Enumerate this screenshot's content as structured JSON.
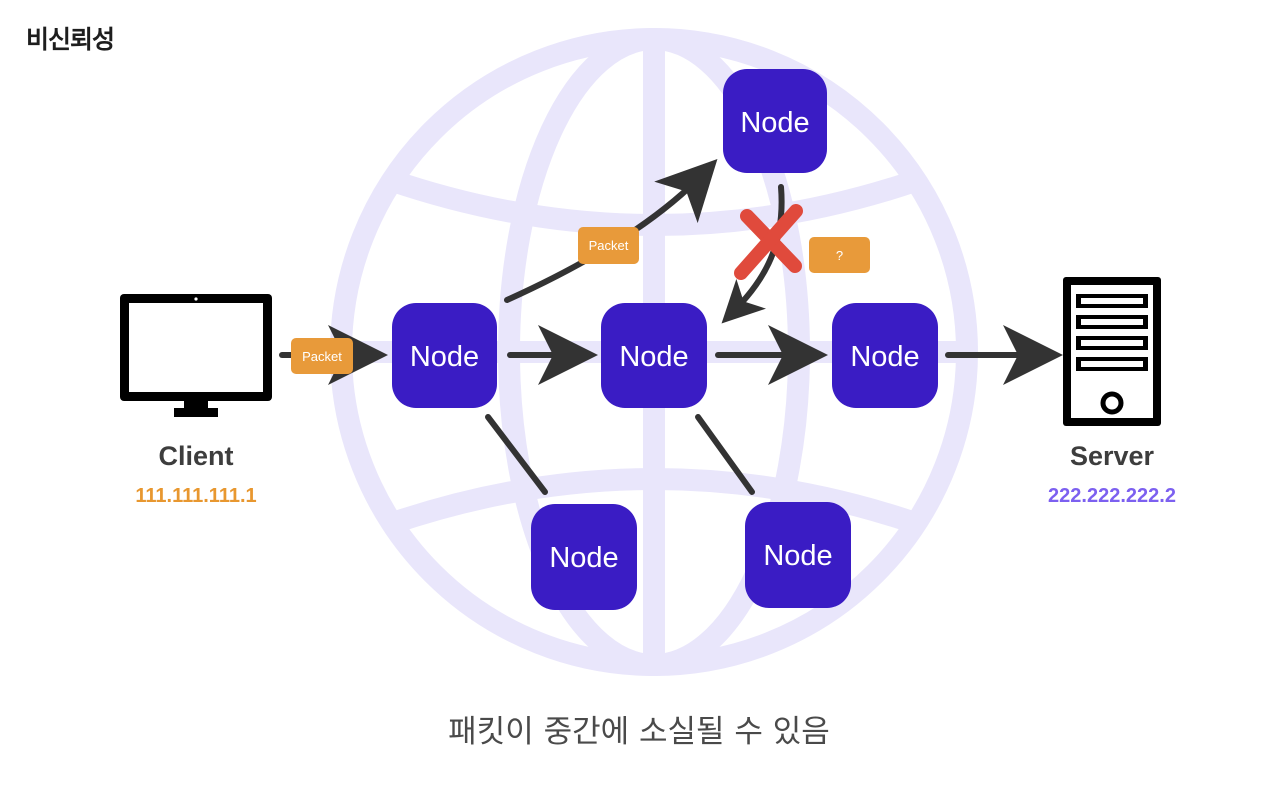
{
  "title": "비신뢰성",
  "caption": "패킷이 중간에 소실될 수 있음",
  "client": {
    "name": "Client",
    "ip": "111.111.111.1"
  },
  "server": {
    "name": "Server",
    "ip": "222.222.222.2"
  },
  "packets": {
    "incoming": "Packet",
    "forwarded": "Packet",
    "lost": "?"
  },
  "nodes": {
    "entry": "Node",
    "center": "Node",
    "exit": "Node",
    "top": "Node",
    "bottom_left": "Node",
    "bottom_right": "Node"
  },
  "colors": {
    "node": "#3a1cc4",
    "packet": "#e89a3a",
    "globe": "#e9e6fb",
    "arrow": "#333333",
    "cross": "#e04a3c",
    "client_ip": "#e8972f",
    "server_ip": "#7c60f0"
  }
}
